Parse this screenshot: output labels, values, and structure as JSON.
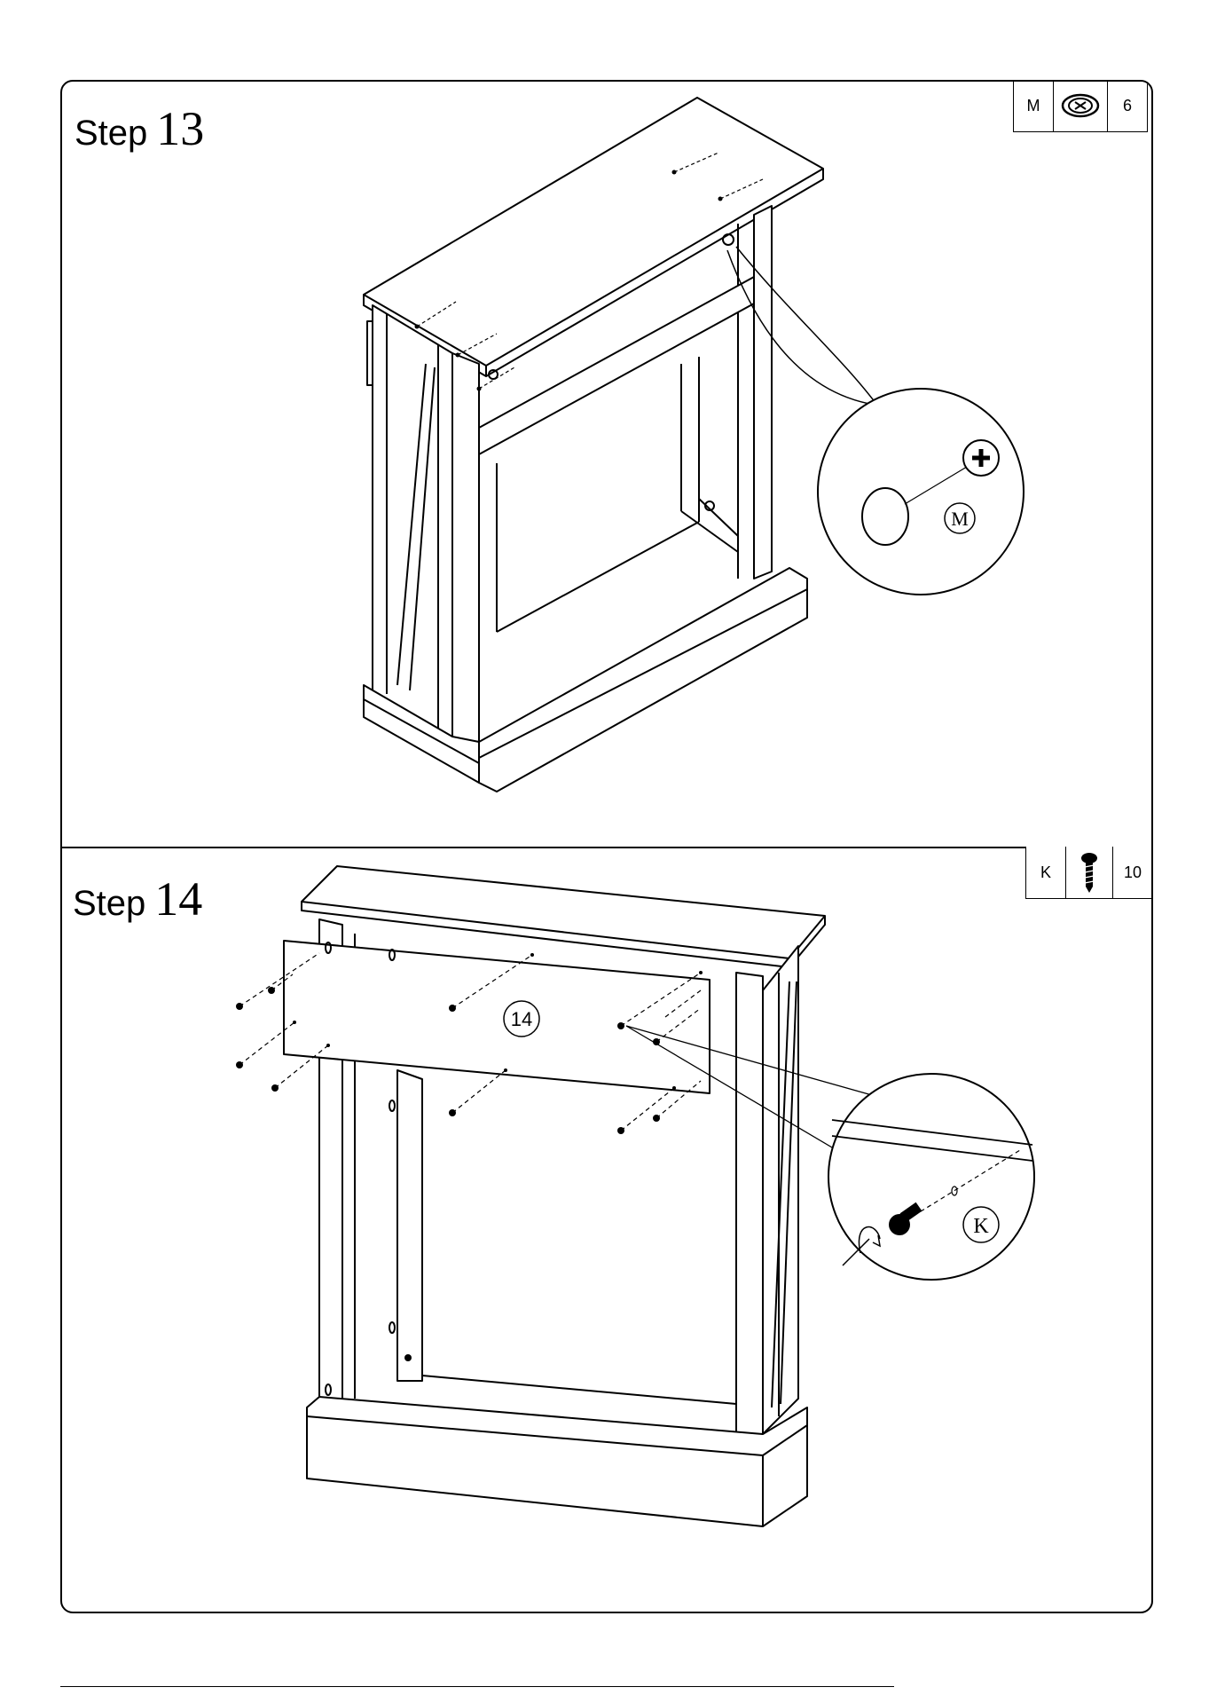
{
  "steps": [
    {
      "word": "Step",
      "number": "13",
      "parts": {
        "letter": "M",
        "icon": "screw-cap-icon",
        "qty": "6"
      },
      "callout_label": "M"
    },
    {
      "word": "Step",
      "number": "14",
      "parts": {
        "letter": "K",
        "icon": "screw-icon",
        "qty": "10"
      },
      "panel_label": "14",
      "callout_label": "K"
    }
  ]
}
